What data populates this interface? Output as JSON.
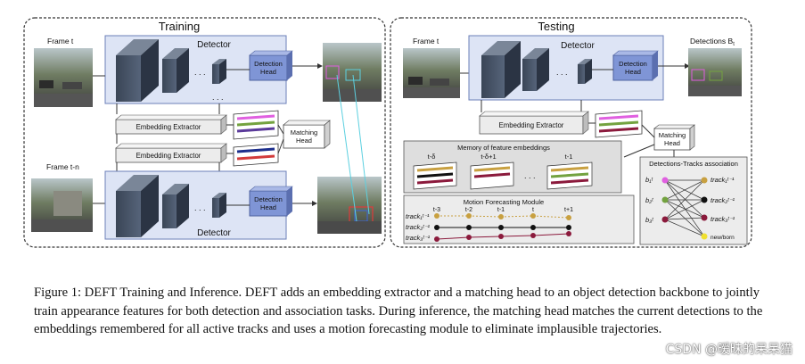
{
  "figure": {
    "training": {
      "title": "Training",
      "frame_top": "Frame t",
      "frame_bottom": "Frame t-n",
      "detector_top": "Detector",
      "detector_bottom": "Detector",
      "head_top": "Detection\nHead",
      "head_bottom": "Detection\nHead",
      "extractor_top": "Embedding Extractor",
      "extractor_bottom": "Embedding Extractor",
      "matching": "Matching\nHead",
      "dots": ". . ."
    },
    "testing": {
      "title": "Testing",
      "frame": "Frame t",
      "detector": "Detector",
      "head": "Detection\nHead",
      "detections": "Detections B",
      "detections_sub": "t",
      "extractor": "Embedding Extractor",
      "matching": "Matching\nHead",
      "memory_title": "Memory of feature embeddings",
      "memory_labels": [
        "t-δ",
        "t-δ+1",
        "t-1"
      ],
      "dots": ". . .",
      "motion_title": "Motion Forecasting Module",
      "time_labels": [
        "t-3",
        "t-2",
        "t-1",
        "t",
        "t+1"
      ],
      "tracks": [
        "track₁ᵗ⁻¹",
        "track₂ᵗ⁻¹",
        "track₃ᵗ⁻¹"
      ],
      "assoc_title": "Detections-Tracks association",
      "assoc_dets": [
        "b₁ᵗ",
        "b₂ᵗ",
        "b₃ᵗ"
      ],
      "assoc_tracks": [
        "track₁ᵗ⁻¹",
        "track₂ᵗ⁻¹",
        "track₃ᵗ⁻¹"
      ],
      "newborn": "new/born"
    },
    "colors": {
      "detector_fill": "#dde4f5",
      "detector_stroke": "#6b7fb8",
      "head_fill": "#7f95d6",
      "extractor_fill": "#ececec",
      "memory_fill": "#dedede",
      "embed_magenta": "#e060e0",
      "embed_green": "#73a23f",
      "embed_purple": "#5b3a9a",
      "embed_darkred": "#8b1a3c",
      "embed_gold": "#c8a040",
      "embed_black": "#111111",
      "embed_navy": "#1c2e8c",
      "embed_red": "#d23b3b"
    }
  },
  "caption": "Figure 1: DEFT Training and Inference. DEFT adds an embedding extractor and a matching head to an object detection backbone to jointly train appearance features for both detection and association tasks. During inference, the matching head matches the current detections to the embeddings remembered for all active tracks and uses a motion forecasting module to eliminate implausible trajectories.",
  "watermark": "CSDN @暧昧的呆呆猫"
}
